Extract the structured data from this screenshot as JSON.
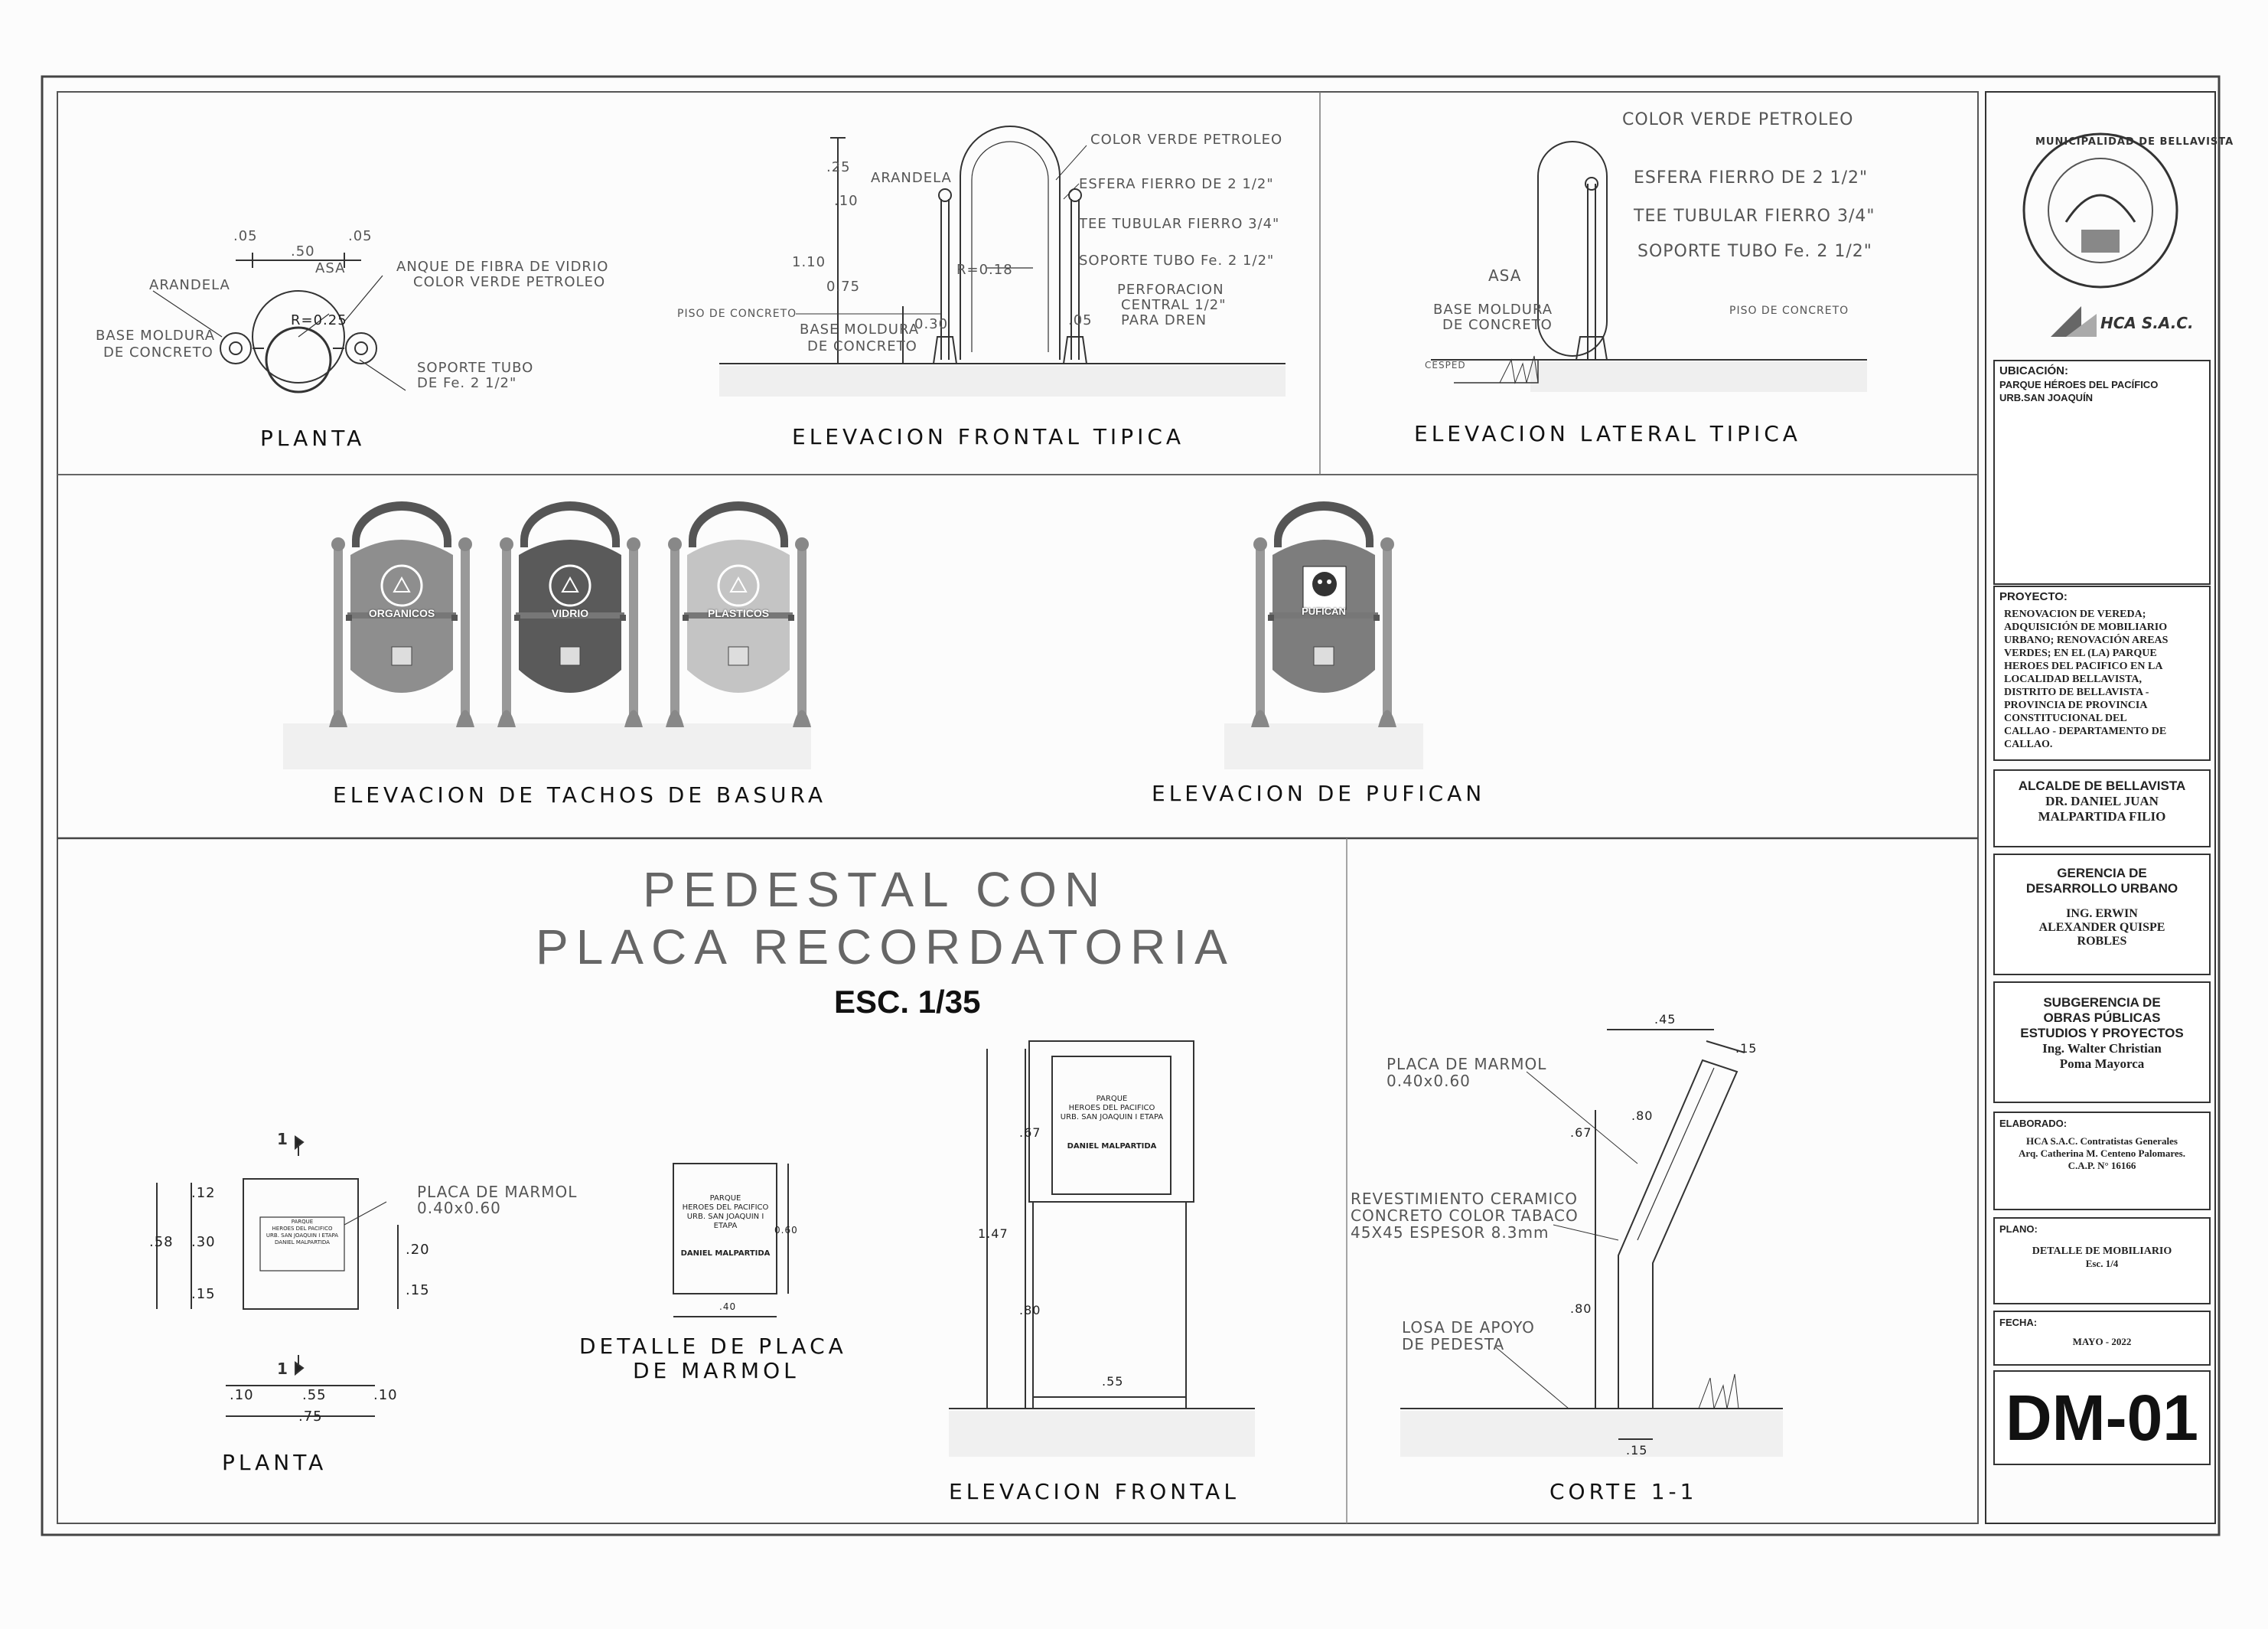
{
  "sections": {
    "top": {
      "planta": {
        "title": "PLANTA",
        "dims": [
          ".05",
          ".50",
          ".05"
        ],
        "labels": {
          "arandela": "ARANDELA",
          "asa": "ASA",
          "radius": "R=0.25",
          "anque_1": "ANQUE DE FIBRA DE VIDRIO",
          "anque_2": "COLOR VERDE PETROLEO",
          "base_1": "BASE MOLDURA",
          "base_2": "DE CONCRETO",
          "soporte_1": "SOPORTE TUBO",
          "soporte_2": "DE Fe. 2 1/2\""
        }
      },
      "elev_frontal_tipica": {
        "title": "ELEVACION FRONTAL TIPICA",
        "dims": [
          ".25",
          ".10",
          "1.10",
          "0.75",
          "0.30",
          ".05"
        ],
        "labels": {
          "color": "COLOR VERDE PETROLEO",
          "arandela": "ARANDELA",
          "esfera": "ESFERA FIERRO DE 2 1/2\"",
          "tee": "TEE TUBULAR FIERRO 3/4\"",
          "soporte": "SOPORTE TUBO Fe. 2 1/2\"",
          "radius": "R=0.18",
          "perf_1": "PERFORACION",
          "perf_2": "CENTRAL 1/2\"",
          "perf_3": "PARA DREN",
          "piso": "PISO DE CONCRETO",
          "base_1": "BASE MOLDURA",
          "base_2": "DE CONCRETO"
        }
      },
      "elev_lateral_tipica": {
        "title": "ELEVACION LATERAL TIPICA",
        "labels": {
          "color": "COLOR VERDE PETROLEO",
          "esfera": "ESFERA FIERRO DE 2 1/2\"",
          "tee": "TEE TUBULAR FIERRO 3/4\"",
          "soporte": "SOPORTE TUBO Fe. 2 1/2\"",
          "asa": "ASA",
          "base_1": "BASE MOLDURA",
          "base_2": "DE CONCRETO",
          "piso": "PISO DE CONCRETO",
          "cesped": "CESPED"
        }
      }
    },
    "middle": {
      "tachos": {
        "title": "ELEVACION DE TACHOS DE BASURA",
        "bins": [
          {
            "label": "ORGANICOS",
            "color": "#8e8e8e"
          },
          {
            "label": "VIDRIO",
            "color": "#5a5a5a"
          },
          {
            "label": "PLASTICOS",
            "color": "#c4c4c4"
          }
        ]
      },
      "pufican": {
        "title": "ELEVACION DE PUFICAN",
        "bin_label": "PUFICAN",
        "color": "#7d7d7d"
      }
    },
    "bottom": {
      "title_line1": "PEDESTAL CON",
      "title_line2": "PLACA RECORDATORIA",
      "scale": "ESC. 1/35",
      "planta": {
        "title": "PLANTA",
        "section_mark": "1",
        "dims_left": [
          ".12",
          ".30",
          ".15",
          ".58"
        ],
        "dims_right": [
          ".20",
          ".15"
        ],
        "dims_bottom": [
          ".10",
          ".55",
          ".10",
          ".75"
        ],
        "label_1": "PLACA DE MARMOL",
        "label_2": "0.40x0.60"
      },
      "detalle": {
        "title_1": "DETALLE DE PLACA",
        "title_2": "DE MARMOL",
        "dim_w": ".40",
        "dim_h": "0.60",
        "plate_line_1": "PARQUE",
        "plate_line_2": "HEROES DEL PACIFICO",
        "plate_line_3": "URB. SAN JOAQUIN I ETAPA",
        "plate_name": "DANIEL MALPARTIDA"
      },
      "elev_frontal": {
        "title": "ELEVACION FRONTAL",
        "dims": [
          ".67",
          "1.47",
          ".80",
          ".55"
        ],
        "plate_line_1": "PARQUE",
        "plate_line_2": "HEROES DEL PACIFICO",
        "plate_line_3": "URB. SAN JOAQUIN I ETAPA",
        "plate_name": "DANIEL MALPARTIDA"
      },
      "corte": {
        "title": "CORTE 1-1",
        "dims": [
          ".45",
          ".15",
          ".80",
          ".67",
          ".80",
          ".15"
        ],
        "labels": {
          "placa_1": "PLACA DE MARMOL",
          "placa_2": "0.40x0.60",
          "rev_1": "REVESTIMIENTO CERAMICO",
          "rev_2": "CONCRETO COLOR TABACO",
          "rev_3": "45X45 ESPESOR 8.3mm",
          "losa_1": "LOSA DE APOYO",
          "losa_2": "DE PEDESTA"
        }
      }
    }
  },
  "title_block": {
    "logo_text": "MUNICIPALIDAD DE BELLAVISTA",
    "company_logo": "HCA S.A.C.",
    "ubicacion_label": "UBICACIÓN:",
    "ubicacion_1": "PARQUE HÉROES DEL PACÍFICO",
    "ubicacion_2": "URB.SAN JOAQUÍN",
    "proyecto_label": "PROYECTO:",
    "proyecto_lines": [
      "RENOVACION DE VEREDA;",
      "ADQUISICIÓN DE MOBILIARIO",
      "URBANO; RENOVACIÓN AREAS",
      "VERDES; EN EL (LA) PARQUE",
      "HEROES DEL PACIFICO EN LA",
      "LOCALIDAD BELLAVISTA,",
      "DISTRITO DE BELLAVISTA -",
      "PROVINCIA DE PROVINCIA",
      "CONSTITUCIONAL DEL",
      "CALLAO - DEPARTAMENTO DE",
      "CALLAO."
    ],
    "alcalde_title": "ALCALDE DE BELLAVISTA",
    "alcalde_1": "DR. DANIEL JUAN",
    "alcalde_2": "MALPARTIDA FILIO",
    "gerencia_1": "GERENCIA DE",
    "gerencia_2": "DESARROLLO URBANO",
    "gerente_1": "ING. ERWIN",
    "gerente_2": "ALEXANDER QUISPE",
    "gerente_3": "ROBLES",
    "sub_1": "SUBGERENCIA DE",
    "sub_2": "OBRAS PÚBLICAS",
    "sub_3": "ESTUDIOS Y PROYECTOS",
    "sub_4": "Ing. Walter Christian",
    "sub_5": "Poma Mayorca",
    "elaborado_label": "ELABORADO:",
    "elab_1": "HCA S.A.C. Contratistas Generales",
    "elab_2": "Arq. Catherina M. Centeno Palomares.",
    "elab_3": "C.A.P. N° 16166",
    "plano_label": "PLANO:",
    "plano_1": "DETALLE DE MOBILIARIO",
    "plano_2": "Esc. 1/4",
    "fecha_label": "FECHA:",
    "fecha": "MAYO - 2022",
    "sheet_code": "DM-01"
  }
}
